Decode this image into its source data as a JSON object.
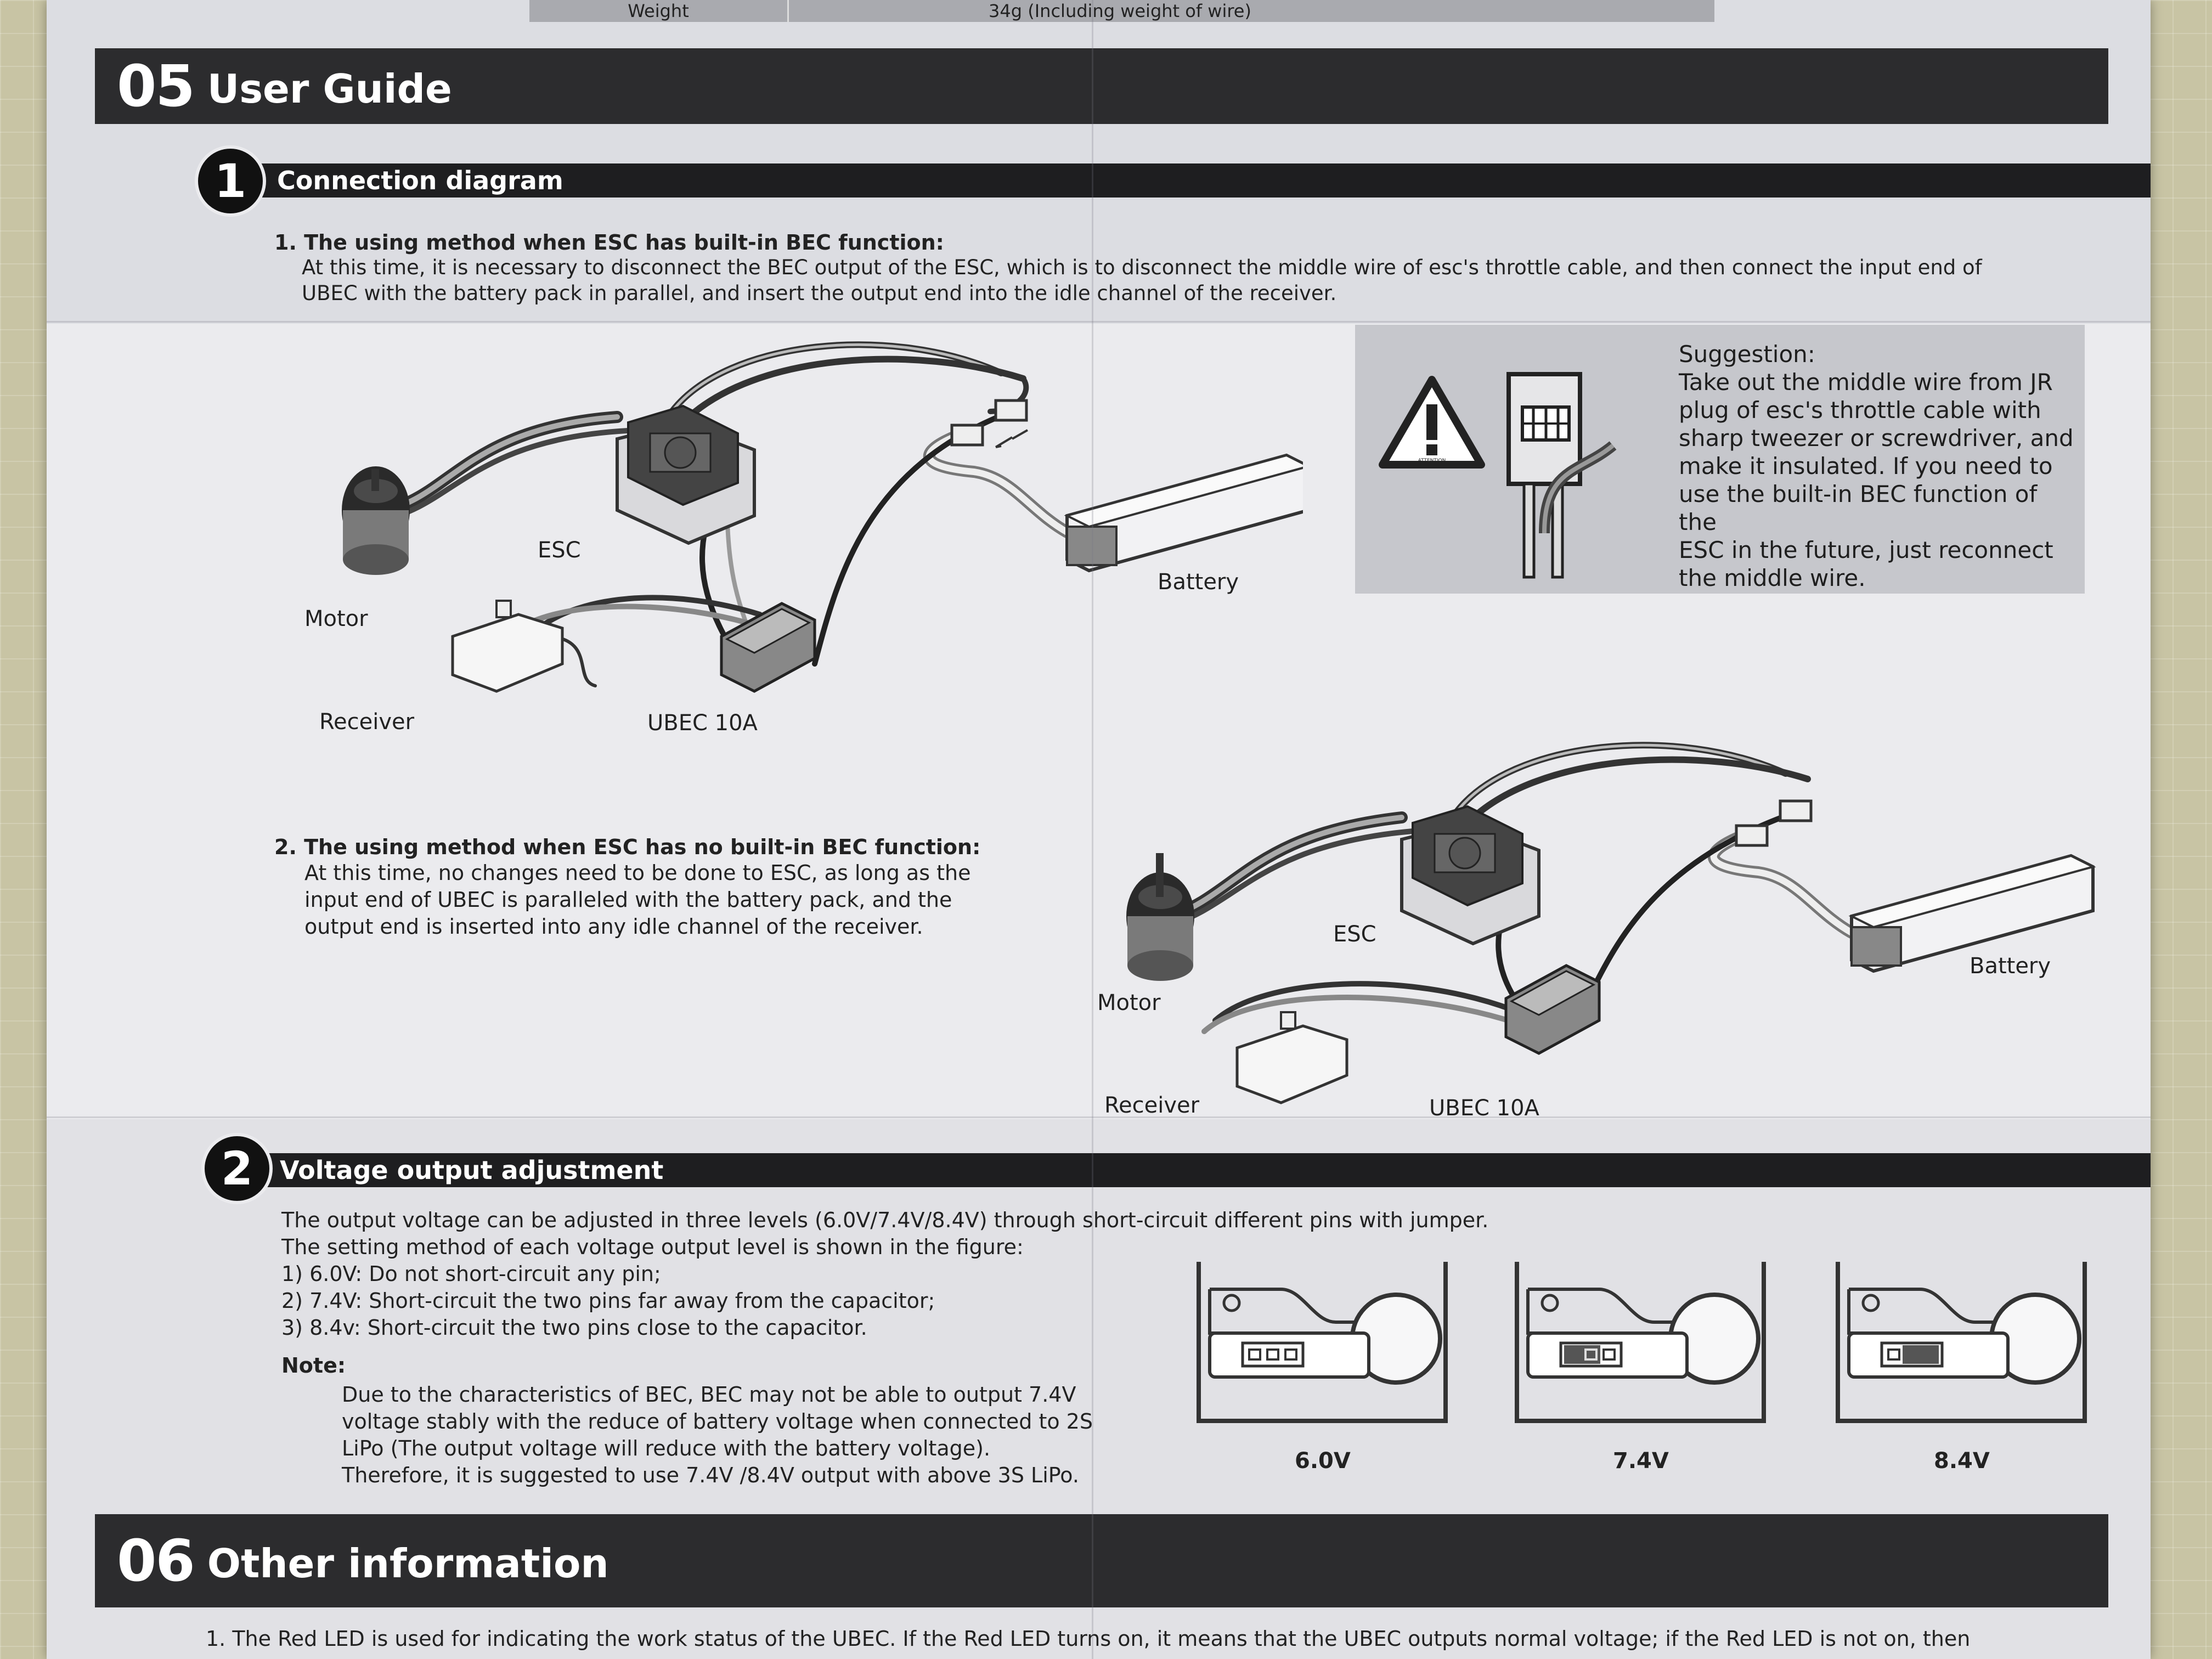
{
  "spec": {
    "label": "Weight",
    "value": "34g (Including weight of wire)"
  },
  "section05": {
    "number": "05",
    "title": "User Guide"
  },
  "step1": {
    "number": "1",
    "title": "Connection diagram",
    "method1_title": "1. The using method when ESC has built-in BEC function:",
    "method1_line1": "At this time, it is necessary to disconnect the BEC output of the ESC, which is to disconnect the middle wire of esc's throttle cable, and then connect the input end of",
    "method1_line2": "UBEC with the battery pack in parallel, and insert the output end into the idle channel of the receiver.",
    "diagram1": {
      "motor": "Motor",
      "esc": "ESC",
      "battery": "Battery",
      "receiver": "Receiver",
      "ubec": "UBEC 10A"
    },
    "suggestion": {
      "line1": "Suggestion:",
      "line2": "Take out the middle wire from JR",
      "line3": "plug of  esc's throttle cable with",
      "line4": "sharp tweezer or screwdriver, and",
      "line5": "make it insulated. If you need to",
      "line6": "use the built-in BEC function of the",
      "line7": "ESC in the future, just reconnect",
      "line8": "the middle wire.",
      "icon_text": "ATTENTION"
    },
    "method2_title": "2. The using method when ESC has no built-in BEC function:",
    "method2_line1": "At this time, no changes need to be done to ESC, as long as the",
    "method2_line2": "input end of UBEC is paralleled with the battery pack, and the",
    "method2_line3": "output end is inserted into any idle channel of the receiver.",
    "diagram2": {
      "motor": "Motor",
      "esc": "ESC",
      "battery": "Battery",
      "receiver": "Receiver",
      "ubec": "UBEC 10A"
    }
  },
  "step2": {
    "number": "2",
    "title": "Voltage output adjustment",
    "line1": "The output voltage can be adjusted in three levels (6.0V/7.4V/8.4V) through short-circuit different pins with jumper.",
    "line2": "The setting method of each voltage output level is shown in the figure:",
    "line3": "1) 6.0V: Do not short-circuit any pin;",
    "line4": "2) 7.4V: Short-circuit the two pins far away from the capacitor;",
    "line5": "3) 8.4v: Short-circuit the two pins close to the capacitor.",
    "note_label": "Note:",
    "note1": "Due to the characteristics of BEC, BEC may not be able to output 7.4V",
    "note2": "voltage stably with the reduce of battery voltage when connected to 2S",
    "note3": "LiPo (The output voltage will reduce with the battery voltage).",
    "note4": "Therefore, it is suggested to use 7.4V /8.4V output with above 3S LiPo.",
    "voltages": [
      "6.0V",
      "7.4V",
      "8.4V"
    ]
  },
  "section06": {
    "number": "06",
    "title": "Other information",
    "line1": "1. The Red LED is used for indicating the work status of the UBEC. If the Red LED turns on, it means that the UBEC outputs normal voltage; if the Red LED is not on, then"
  }
}
